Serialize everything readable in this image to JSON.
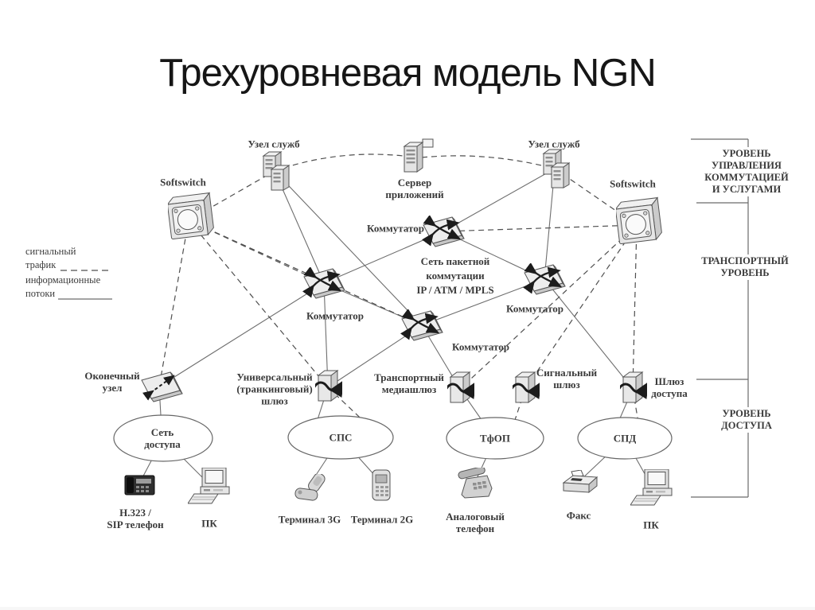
{
  "title": "Трехуровневая модель NGN",
  "legend": {
    "signal": "сигнальный трафик",
    "info": "информационные потоки"
  },
  "levels": {
    "control": "УРОВЕНЬ УПРАВЛЕНИЯ КОММУТАЦИЕЙ И УСЛУГАМИ",
    "transport": "ТРАНСПОРТНЫЙ УРОВЕНЬ",
    "access": "УРОВЕНЬ ДОСТУПА"
  },
  "nodes": {
    "softswitch_left": "Softswitch",
    "service_node_left": "Узел служб",
    "app_server": "Сервер приложений",
    "service_node_right": "Узел служб",
    "softswitch_right": "Softswitch",
    "switch_top": "Коммутатор",
    "switch_left": "Коммутатор",
    "switch_right": "Коммутатор",
    "switch_bottom": "Коммутатор",
    "packet_network": {
      "line1": "Сеть пакетной",
      "line2": "коммутации",
      "line3": "IP / ATM / MPLS"
    },
    "terminal_node": "Оконечный узел",
    "universal_gateway": "Универсальный (транкинговый) шлюз",
    "transport_gateway": "Транспортный медиашлюз",
    "signal_gateway": "Сигнальный шлюз",
    "access_gateway": "Шлюз доступа"
  },
  "clouds": {
    "access_network": "Сеть доступа",
    "sps": "СПС",
    "tfop": "ТфОП",
    "spd": "СПД"
  },
  "devices": {
    "h323_phone": {
      "line1": "H.323 /",
      "line2": "SIP телефон"
    },
    "pc_left": "ПК",
    "terminal_3g": "Терминал 3G",
    "terminal_2g": "Терминал 2G",
    "analog_phone": "Аналоговый телефон",
    "fax": "Факс",
    "pc_right": "ПК"
  },
  "colors": {
    "line_info": "#6e6e6e",
    "line_signal": "#4f4f4f",
    "icon_fill": "#e8e8e8",
    "icon_stroke": "#555555",
    "text": "#3a3a3a"
  }
}
